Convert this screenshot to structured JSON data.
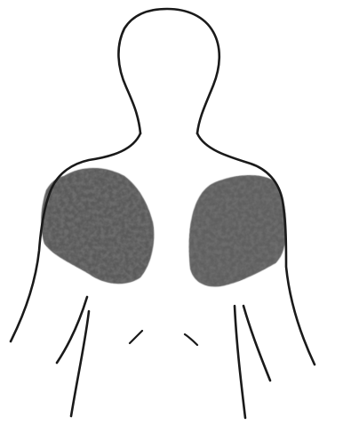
{
  "figure": {
    "subject": "torso-outline-front",
    "shaded_regions": [
      "left-shoulder",
      "right-shoulder"
    ]
  },
  "colors": {
    "background": "#ffffff",
    "outline": "#1a1a1a",
    "shading_dark": "#3c3c3c",
    "shading_mid": "#6b6b6b",
    "shading_light": "#9a9a9a"
  }
}
